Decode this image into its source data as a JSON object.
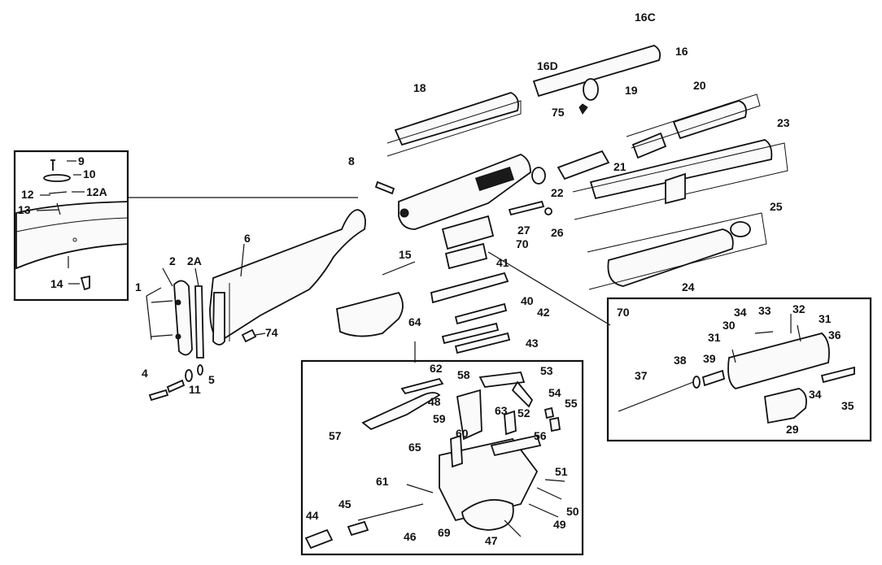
{
  "parts": {
    "p1": "1",
    "p2": "2",
    "p2A": "2A",
    "p4": "4",
    "p5": "5",
    "p6": "6",
    "p8": "8",
    "p9": "9",
    "p10": "10",
    "p11": "11",
    "p12": "12",
    "p12A": "12A",
    "p13": "13",
    "p14": "14",
    "p15": "15",
    "p16": "16",
    "p16C": "16C",
    "p16D": "16D",
    "p18": "18",
    "p19": "19",
    "p20": "20",
    "p21": "21",
    "p22": "22",
    "p23": "23",
    "p24": "24",
    "p25": "25",
    "p26": "26",
    "p27": "27",
    "p29": "29",
    "p30": "30",
    "p31a": "31",
    "p31b": "31",
    "p32": "32",
    "p33": "33",
    "p34a": "34",
    "p34b": "34",
    "p35": "35",
    "p36": "36",
    "p37": "37",
    "p38": "38",
    "p39": "39",
    "p40": "40",
    "p41": "41",
    "p42": "42",
    "p43": "43",
    "p44": "44",
    "p45": "45",
    "p46": "46",
    "p47": "47",
    "p48": "48",
    "p49": "49",
    "p50": "50",
    "p51": "51",
    "p52": "52",
    "p53": "53",
    "p54": "54",
    "p55": "55",
    "p56": "56",
    "p57": "57",
    "p58": "58",
    "p59": "59",
    "p60": "60",
    "p61": "61",
    "p62": "62",
    "p63": "63",
    "p64": "64",
    "p65": "65",
    "p69": "69",
    "p70": "70",
    "p70box": "70",
    "p74": "74",
    "p75": "75"
  }
}
